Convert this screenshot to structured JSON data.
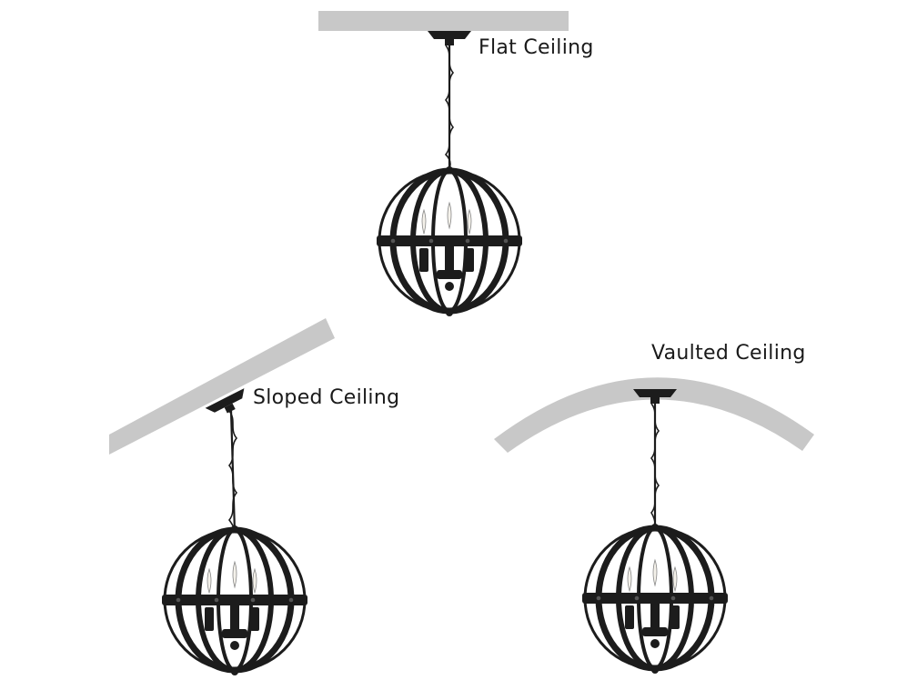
{
  "labels": {
    "flat": "Flat Ceiling",
    "sloped": "Sloped Ceiling",
    "vaulted": "Vaulted Ceiling"
  },
  "colors": {
    "ceiling": "#c8c8c8",
    "metal": "#1c1c1c",
    "bulb": "#f4f1ea",
    "background": "#ffffff"
  }
}
